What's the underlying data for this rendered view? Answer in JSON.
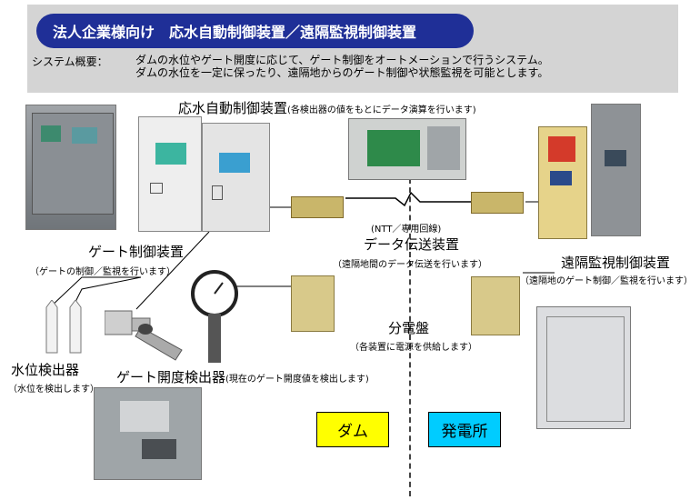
{
  "header": {
    "title": "法人企業様向け　応水自動制御装置／遠隔監視制御装置",
    "overview_label": "システム概要：",
    "overview_lines": [
      "ダムの水位やゲート開度に応じて、ゲート制御をオートメーションで行うシステム。",
      "ダムの水位を一定に保ったり、遠隔地からのゲート制御や状態監視を可能とします。"
    ]
  },
  "labels": {
    "auto_control_name": "応水自動制御装置",
    "auto_control_desc": "(各検出器の値をもとにデータ演算を行います)",
    "gate_control_name": "ゲート制御装置",
    "gate_control_desc": "（ゲートの制御／監視を行います）",
    "ntt_line": "(NTT／専用回線)",
    "data_transfer_name": "データ伝送装置",
    "data_transfer_desc": "（遠隔地間のデータ伝送を行います）",
    "remote_name": "遠隔監視制御装置",
    "remote_desc": "（遠隔地のゲート制御／監視を行います）",
    "distribution_name": "分電盤",
    "distribution_desc": "（各装置に電源を供給します）",
    "water_level_name": "水位検出器",
    "water_level_desc": "（水位を検出します）",
    "gate_opening_name": "ゲート開度検出器",
    "gate_opening_desc": "(現在のゲート開度値を検出します)"
  },
  "areas": {
    "dam": "ダム",
    "power_plant": "発電所"
  },
  "colors": {
    "title_bg": "#1f2f97",
    "header_bg": "#d4d4d4",
    "dam_bg": "#ffff00",
    "plant_bg": "#00ccff",
    "cabinet_beige": "#d8c98a",
    "panel_gray": "#dcdde0"
  }
}
